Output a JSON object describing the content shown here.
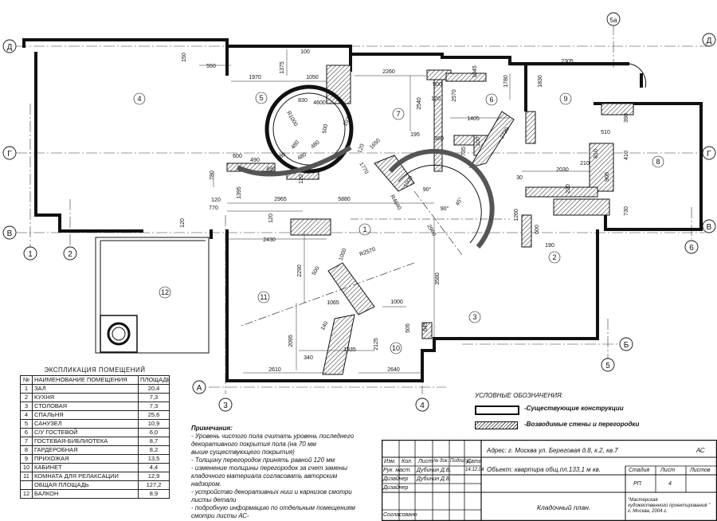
{
  "axes": {
    "columns": [
      "1",
      "2",
      "3",
      "4",
      "5",
      "5а",
      "6"
    ],
    "rows": [
      "Д",
      "Г",
      "В",
      "Б",
      "А"
    ]
  },
  "rooms": [
    "1",
    "2",
    "3",
    "4",
    "5",
    "6",
    "7",
    "8",
    "9",
    "10",
    "11",
    "12"
  ],
  "dimensions": [
    "1970",
    "1375",
    "100",
    "1050",
    "2260",
    "500",
    "120",
    "2570",
    "1045",
    "1780",
    "1830",
    "2305",
    "550",
    "150",
    "830",
    "4600",
    "R1000",
    "500",
    "480",
    "480",
    "480",
    "480",
    "600",
    "490",
    "490",
    "120",
    "1075",
    "120",
    "1650",
    "2540",
    "195",
    "380",
    "735",
    "100",
    "1405",
    "2720",
    "510",
    "390",
    "810",
    "410",
    "2030",
    "1770",
    "1000",
    "780",
    "1395",
    "120",
    "2965",
    "5880",
    "770",
    "120",
    "2430",
    "120",
    "90°",
    "90°",
    "45°",
    "R4640",
    "2960",
    "1260",
    "600",
    "190",
    "30",
    "220",
    "210",
    "900",
    "730",
    "1000",
    "2290",
    "R2570",
    "3580",
    "500",
    "1065",
    "1000",
    "2095",
    "340",
    "140",
    "2125",
    "1335",
    "505",
    "645",
    "2610",
    "2640"
  ],
  "explication": {
    "title": "ЭКСПЛИКАЦИЯ ПОМЕЩЕНИЙ",
    "headers": [
      "№",
      "НАИМЕНОВАНИЕ ПОМЕЩЕНИЯ",
      "ПЛОЩАДЬ М2"
    ],
    "rows": [
      [
        "1",
        "ЗАЛ",
        "20,4"
      ],
      [
        "2",
        "КУХНЯ",
        "7,3"
      ],
      [
        "3",
        "СТОЛОВАЯ",
        "7,3"
      ],
      [
        "4",
        "СПАЛЬНЯ",
        "25,6"
      ],
      [
        "5",
        "САНУЗЕЛ",
        "10,9"
      ],
      [
        "6",
        "С/У ГОСТЕВОЙ",
        "6,0"
      ],
      [
        "7",
        "ГОСТЕВАЯ-БИБЛИОТЕКА",
        "8,7"
      ],
      [
        "8",
        "ГАРДЕРОБНАЯ",
        "8,2"
      ],
      [
        "9",
        "ПРИХОЖАЯ",
        "13,5"
      ],
      [
        "10",
        "КАБИНЕТ",
        "4,4"
      ],
      [
        "11",
        "КОМНАТА ДЛЯ РЕЛАКСАЦИИ",
        "12,9"
      ],
      [
        "",
        "ОБЩАЯ ПЛОЩАДЬ",
        "127,2"
      ],
      [
        "12",
        "БАЛКОН",
        "8,9"
      ]
    ]
  },
  "notes": {
    "title": "Примечания:",
    "lines": [
      "- Уровень чистого пола считать уровень последнего",
      "декоративного покрытия пола (на 70 мм",
      "выше существующего покрытия)",
      "- Толщину перегородок принять равной 120 мм",
      "- изменение толщины перегородок за счет замены",
      "кладочного материала согласовать авторским",
      "надзором.",
      "- устройство декоративных ниш и карнизов смотри",
      "листы детали",
      "- подробную информацию по отдельным помещениям",
      "смотри листы АС-"
    ]
  },
  "legend": {
    "title": "УСЛОВНЫЕ ОБОЗНАЧЕНИЯ:",
    "existing": "-Существующие конструкции",
    "new": "-Возводимые стены и перегородки"
  },
  "titleblock": {
    "address": "Адрес: г. Москва ул. Береговая д.8, к.2, кв.7",
    "code": "АС",
    "object": "Объект: квартира общ.пл.133,1 м кв.",
    "sheet_title": "Кладочный план.",
    "cols": [
      "Изм.",
      "Кол.",
      "Лист",
      "№ док.",
      "Подпись",
      "Дата"
    ],
    "ruk_label": "Рук. маст.",
    "ruk_name": "Дубинин Д.В.",
    "date": "14.12.04",
    "designer_label": "Дизайнер",
    "designer_name": "Дубинин Д.В.",
    "designer2_label": "Дизайнер",
    "agreed": "Согласовано",
    "stage_h": "Стадия",
    "sheet_h": "Лист",
    "sheets_h": "Листов",
    "stage": "РП",
    "sheet": "4",
    "org1": "\"Мастерская",
    "org2": "художественного проектирования \"",
    "org3": "г. Москва, 2004 г."
  }
}
